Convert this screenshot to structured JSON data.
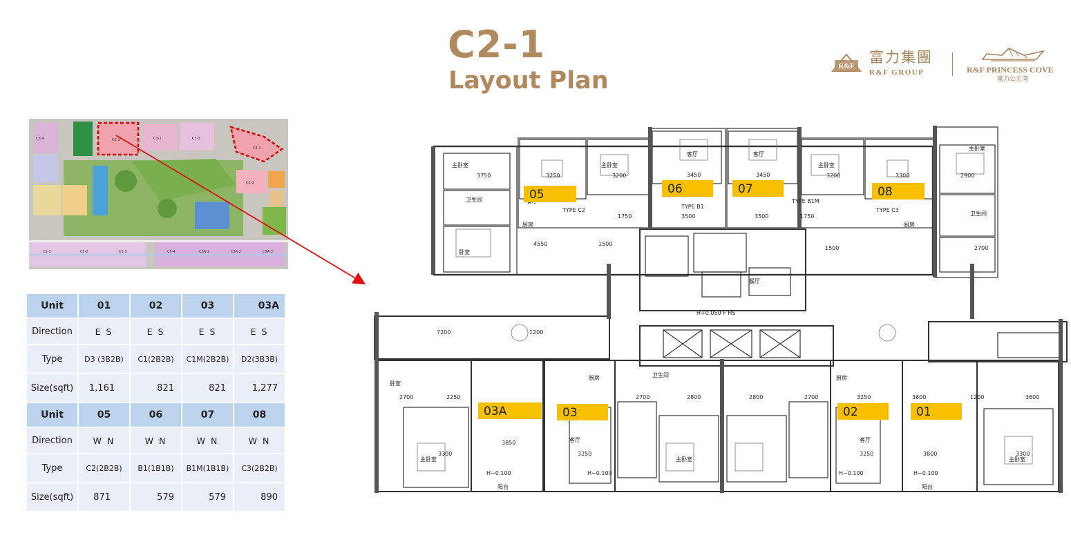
{
  "title": "C2-1",
  "subtitle": "Layout Plan",
  "brand": {
    "rf_mark": "R&F",
    "group_cn": "富力集團",
    "group_en": "R&F GROUP",
    "project_en": "R&F PRINCESS COVE",
    "project_cn": "富力公主湾"
  },
  "colors": {
    "title": "#b08a5e",
    "table_header": "#bcd3ee",
    "table_cell": "#e9eef7",
    "unit_tag": "#f6c000",
    "arrow": "#e01010"
  },
  "site_plan": {
    "labels": [
      "C2-1",
      "C3-1",
      "C3-2",
      "C3-3",
      "C2-2",
      "C3-4",
      "C5-1",
      "C5-2",
      "C5-3",
      "C5-4",
      "C5A-1",
      "C5A-2",
      "C5A-3"
    ]
  },
  "table": {
    "top": {
      "header": {
        "label": "Unit",
        "cols": [
          "01",
          "02",
          "03",
          "03A"
        ]
      },
      "rows": [
        {
          "label": "Direction",
          "values": [
            "E S",
            "E S",
            "E S",
            "E S"
          ]
        },
        {
          "label": "Type",
          "values": [
            "D3 (3B2B)",
            "C1(2B2B)",
            "C1M(2B2B)",
            "D2(3B3B)"
          ]
        },
        {
          "label": "Size(sqft)",
          "values": [
            "1,161",
            "821",
            "821",
            "1,277"
          ]
        }
      ]
    },
    "bottom": {
      "header": {
        "label": "Unit",
        "cols": [
          "05",
          "06",
          "07",
          "08"
        ]
      },
      "rows": [
        {
          "label": "Direction",
          "values": [
            "W N",
            "W N",
            "W N",
            "W N"
          ]
        },
        {
          "label": "Type",
          "values": [
            "C2(2B2B)",
            "B1(1B1B)",
            "B1M(1B1B)",
            "C3(2B2B)"
          ]
        },
        {
          "label": "Size(sqft)",
          "values": [
            "871",
            "579",
            "579",
            "890"
          ]
        }
      ]
    }
  },
  "floor_plan": {
    "unit_tags": [
      "05",
      "06",
      "07",
      "08",
      "03A",
      "03",
      "02",
      "01"
    ],
    "annotations": {
      "type_c2": "TYPE C2",
      "type_c3": "TYPE C3",
      "type_b1": "TYPE B1",
      "type_b1m": "TYPE B1M",
      "level_hs": "H+0.050 F HS",
      "level_low": "H−0.100",
      "room_kt": "厨房",
      "room_lr": "客厅",
      "room_mbr": "主卧室",
      "room_br": "卧室",
      "room_dr": "餐厅",
      "room_bath": "卫生间",
      "room_balcony": "阳台",
      "dim_3750": "3750",
      "dim_3250": "3250",
      "dim_3200": "3200",
      "dim_3450": "3450",
      "dim_3300": "3300",
      "dim_2900": "2900",
      "dim_1750": "1750",
      "dim_3500": "3500",
      "dim_4550": "4550",
      "dim_1500": "1500",
      "dim_2700": "2700",
      "dim_2250": "2250",
      "dim_3600": "3600",
      "dim_1200": "1200",
      "dim_3800": "3800",
      "dim_3850": "3850",
      "dim_2800": "2800",
      "dim_7200": "7200"
    }
  }
}
